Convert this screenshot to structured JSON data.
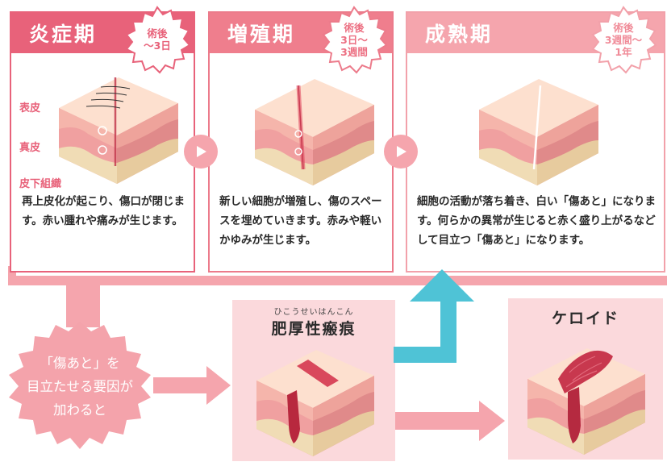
{
  "stages": [
    {
      "title": "炎症期",
      "badge_lines": [
        "術後",
        "〜3日"
      ],
      "description": "再上皮化が起こり、傷口が閉じます。赤い腫れや痛みが生じます。"
    },
    {
      "title": "増殖期",
      "badge_lines": [
        "術後",
        "3日〜",
        "3週間"
      ],
      "description": "新しい細胞が増殖し、傷のスペースを埋めていきます。赤みや軽いかゆみが生じます。"
    },
    {
      "title": "成熟期",
      "badge_lines": [
        "術後",
        "3週間〜",
        "1年"
      ],
      "description": "細胞の活動が落ち着き、白い「傷あと」になります。何らかの異常が生じると赤く盛り上がるなどして目立つ「傷あと」になります。"
    }
  ],
  "layers": {
    "epidermis": "表皮",
    "dermis": "真皮",
    "subcutis": "皮下組織"
  },
  "cause": {
    "lines": [
      "「傷あと」を",
      "目立たせる要因が",
      "加わると"
    ]
  },
  "hypertrophic": {
    "ruby": "ひこうせいはんこん",
    "title": "肥厚性瘢痕"
  },
  "keloid": {
    "title": "ケロイド"
  },
  "colors": {
    "inflammation": "#e8627a",
    "proliferation": "#ef7e8d",
    "maturation": "#f5a5ad",
    "up_arrow": "#4fc3d6",
    "light_pink": "#fbd9dc"
  }
}
